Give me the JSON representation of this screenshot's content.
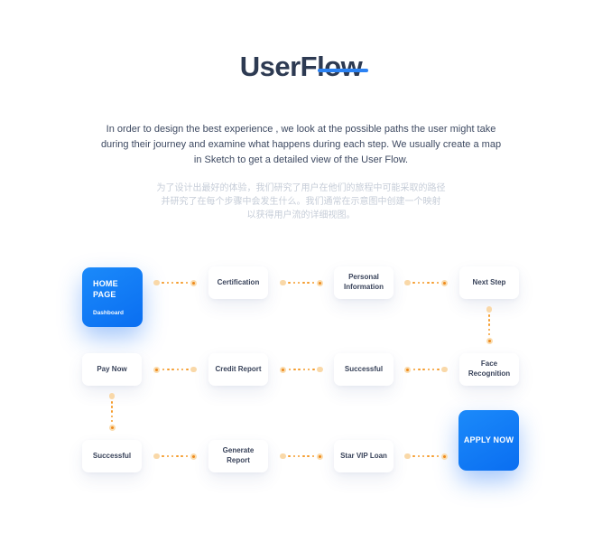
{
  "title": {
    "text": "UserFlow",
    "plain_part": "UserFl",
    "struck_part": "ow"
  },
  "intro_en": {
    "line1": "In order to design the best experience , we look at the possible paths the user might take",
    "line2": "during their journey and examine what happens during each step. We usually create a map",
    "line3": "in Sketch to get a detailed view of the User Flow."
  },
  "intro_zh": {
    "line1": "为了设计出最好的体验，我们研究了用户在他们的旅程中可能采取的路径",
    "line2": "并研究了在每个步骤中会发生什么。我们通常在示意图中创建一个映射",
    "line3": "以获得用户流的详细视图。"
  },
  "flow": {
    "nodes": [
      {
        "id": "home-page",
        "label": "HOME PAGE",
        "sublabel": "Dashboard",
        "variant": "primary"
      },
      {
        "id": "certification",
        "label": "Certification",
        "variant": "default"
      },
      {
        "id": "personal-information",
        "label": "Personal Information",
        "variant": "default"
      },
      {
        "id": "next-step",
        "label": "Next Step",
        "variant": "default"
      },
      {
        "id": "pay-now",
        "label": "Pay Now",
        "variant": "default"
      },
      {
        "id": "credit-report",
        "label": "Credit Report",
        "variant": "default"
      },
      {
        "id": "successful",
        "label": "Successful",
        "variant": "default"
      },
      {
        "id": "face-recognition",
        "label": "Face Recognition",
        "variant": "default"
      },
      {
        "id": "successful-2",
        "label": "Successful",
        "variant": "default"
      },
      {
        "id": "generate-report",
        "label": "Generate Report",
        "variant": "default"
      },
      {
        "id": "star-vip-loan",
        "label": "Star VIP Loan",
        "variant": "default"
      },
      {
        "id": "apply-now",
        "label": "APPLY NOW",
        "variant": "primary"
      }
    ],
    "edges": [
      {
        "from": "home-page",
        "to": "certification",
        "direction": "right"
      },
      {
        "from": "certification",
        "to": "personal-information",
        "direction": "right"
      },
      {
        "from": "personal-information",
        "to": "next-step",
        "direction": "right"
      },
      {
        "from": "next-step",
        "to": "face-recognition",
        "direction": "down"
      },
      {
        "from": "face-recognition",
        "to": "successful",
        "direction": "left"
      },
      {
        "from": "successful",
        "to": "credit-report",
        "direction": "left"
      },
      {
        "from": "credit-report",
        "to": "pay-now",
        "direction": "left"
      },
      {
        "from": "pay-now",
        "to": "successful-2",
        "direction": "down"
      },
      {
        "from": "successful-2",
        "to": "generate-report",
        "direction": "right"
      },
      {
        "from": "generate-report",
        "to": "star-vip-loan",
        "direction": "right"
      },
      {
        "from": "star-vip-loan",
        "to": "apply-now",
        "direction": "right"
      }
    ]
  },
  "colors": {
    "accent_blue": "#0d76f3",
    "strike_blue": "#2b82f3",
    "title_navy": "#2d3a52",
    "body_text": "#3d4961",
    "muted_text": "#c6cdd8",
    "dot_orange": "#f59b2b",
    "dot_light": "#f9d8a8"
  }
}
